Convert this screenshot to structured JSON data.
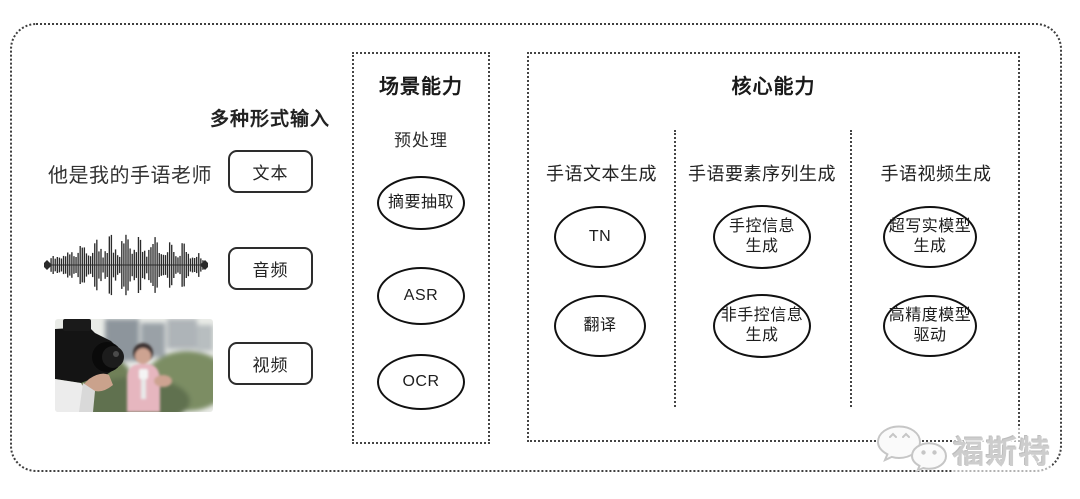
{
  "input_section": {
    "label": "多种形式输入",
    "text_sample": "他是我的手语老师",
    "tags": {
      "text": "文本",
      "audio": "音频",
      "video": "视频"
    },
    "icons": {
      "audio": "audio-waveform",
      "video": "reporter-video-thumbnail"
    }
  },
  "scene_box": {
    "title": "场景能力",
    "subtitle": "预处理",
    "nodes": [
      "摘要抽取",
      "ASR",
      "OCR"
    ]
  },
  "core_box": {
    "title": "核心能力",
    "columns": [
      {
        "label": "手语文本生成",
        "nodes": [
          "TN",
          "翻译"
        ]
      },
      {
        "label": "手语要素序列生成",
        "nodes": [
          "手控信息\n生成",
          "非手控信息\n生成"
        ]
      },
      {
        "label": "手语视频生成",
        "nodes": [
          "超写实模型\n生成",
          "高精度模型\n驱动"
        ]
      }
    ]
  },
  "watermark": {
    "text": "福斯特",
    "icon": "wechat-icon"
  },
  "colors": {
    "background": "#ffffff",
    "ink": "#1a1a1a",
    "dotted_border": "#3f3f3f",
    "watermark": "#cdcdcd"
  }
}
